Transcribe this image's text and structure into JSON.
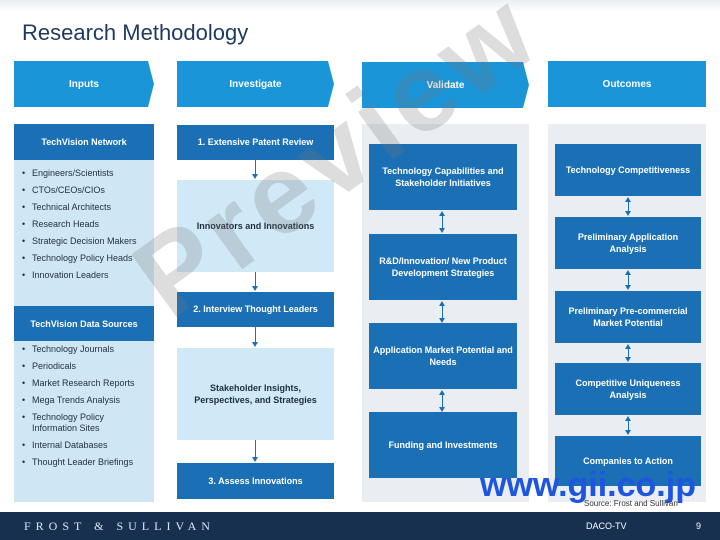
{
  "title": "Research Methodology",
  "headers": [
    "Inputs",
    "Investigate",
    "Validate",
    "Outcomes"
  ],
  "inputs": {
    "network_title": "TechVision Network",
    "network_items": [
      "Engineers/Scientists",
      "CTOs/CEOs/CIOs",
      "Technical Architects",
      "Research Heads",
      "Strategic Decision Makers",
      "Technology Policy Heads",
      "Innovation Leaders"
    ],
    "sources_title": "TechVision Data Sources",
    "sources_items": [
      "Technology Journals",
      "Periodicals",
      "Market Research Reports",
      "Mega Trends Analysis",
      "Technology Policy Information Sites",
      "Internal Databases",
      "Thought Leader Briefings"
    ]
  },
  "investigate": {
    "step1": "1. Extensive Patent Review",
    "innovators": "Innovators and Innovations",
    "step2": "2. Interview Thought Leaders",
    "stakeholder": "Stakeholder Insights, Perspectives, and Strategies",
    "step3": "3. Assess Innovations"
  },
  "validate": {
    "tech": "Technology Capabilities and Stakeholder Initiatives",
    "rnd": "R&D/Innovation/ New Product Development Strategies",
    "app": "Application Market Potential and Needs",
    "funding": "Funding and Investments"
  },
  "outcomes": {
    "competitiveness": "Technology Competitiveness",
    "prelim_app": "Preliminary Application Analysis",
    "prelim_pre": "Preliminary Pre-commercial Market Potential",
    "uniqueness": "Competitive Uniqueness Analysis",
    "companies": "Companies to Action"
  },
  "watermark": "Preview",
  "watermark_url": "www.gii.co.jp",
  "source": "Source: Frost and Sullivan",
  "footer": {
    "brand": "FROST & SULLIVAN",
    "code": "DACO-TV",
    "page": "9"
  }
}
